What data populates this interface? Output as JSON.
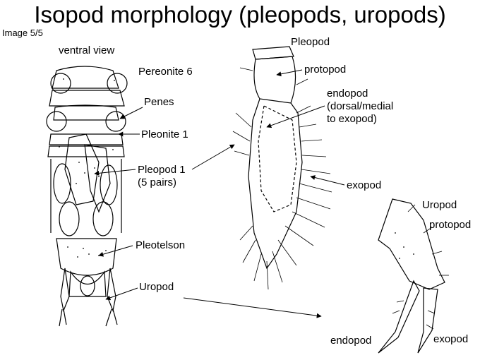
{
  "title": "Isopod morphology (pleopods, uropods)",
  "image_counter": "Image 5/5",
  "left_panel": {
    "view_label": "ventral view",
    "labels": {
      "pereonite_6": "Pereonite 6",
      "penes": "Penes",
      "pleonite_1": "Pleonite 1",
      "pleopod_1": "Pleopod 1",
      "pleopod_1_pairs": "(5 pairs)",
      "pleotelson": "Pleotelson",
      "uropod": "Uropod"
    }
  },
  "pleopod_panel": {
    "heading": "Pleopod",
    "labels": {
      "protopod": "protopod",
      "endopod": "endopod",
      "endopod_note_1": "(dorsal/medial",
      "endopod_note_2": "to exopod)",
      "exopod": "exopod"
    }
  },
  "uropod_panel": {
    "heading": "Uropod",
    "labels": {
      "protopod": "protopod",
      "endopod": "endopod",
      "exopod": "exopod"
    }
  }
}
